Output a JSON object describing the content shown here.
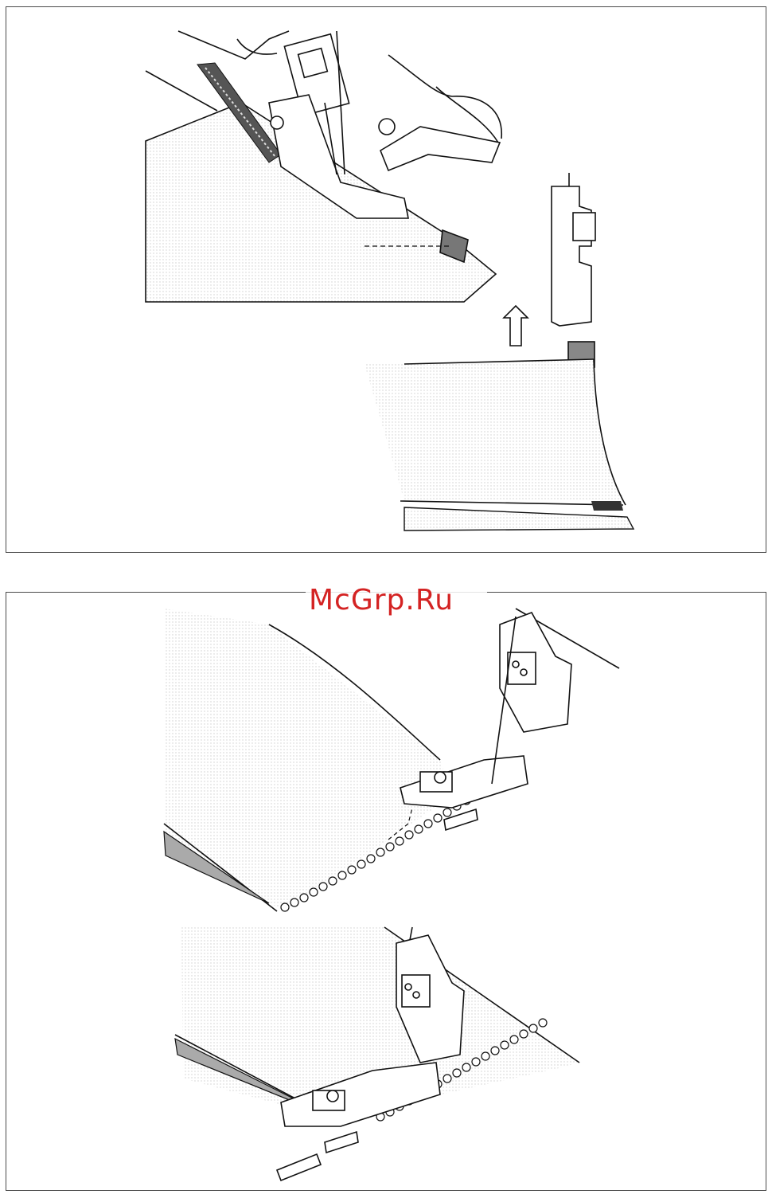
{
  "watermark": {
    "text": "McGrp.Ru",
    "color": "#d42323"
  },
  "panels": [
    {
      "illustration": "overlock-presser-foot-tape-feeding",
      "items": [
        "fabric",
        "presser-foot",
        "tape",
        "up-arrow-icon"
      ]
    },
    {
      "illustration": "overlock-beaded-edge-stitching",
      "items": [
        "fabric",
        "presser-foot",
        "bead-strand"
      ]
    }
  ]
}
